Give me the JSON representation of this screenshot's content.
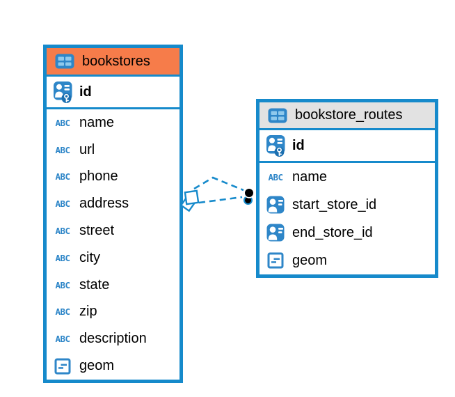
{
  "diagram": {
    "tables": [
      {
        "title": "bookstores",
        "header_color": "#F67C4A",
        "primary_key": "id",
        "columns": [
          {
            "name": "name",
            "type": "text"
          },
          {
            "name": "url",
            "type": "text"
          },
          {
            "name": "phone",
            "type": "text"
          },
          {
            "name": "address",
            "type": "text"
          },
          {
            "name": "street",
            "type": "text"
          },
          {
            "name": "city",
            "type": "text"
          },
          {
            "name": "state",
            "type": "text"
          },
          {
            "name": "zip",
            "type": "text"
          },
          {
            "name": "description",
            "type": "text"
          },
          {
            "name": "geom",
            "type": "geometry"
          }
        ]
      },
      {
        "title": "bookstore_routes",
        "header_color": "#E2E2E2",
        "primary_key": "id",
        "columns": [
          {
            "name": "name",
            "type": "text"
          },
          {
            "name": "start_store_id",
            "type": "reference"
          },
          {
            "name": "end_store_id",
            "type": "reference"
          },
          {
            "name": "geom",
            "type": "geometry"
          }
        ]
      }
    ],
    "relationship": {
      "from_table": "bookstores",
      "to_table": "bookstore_routes",
      "style": "dashed",
      "line_count": 2
    },
    "icons": {
      "table_icon": "table-grid-icon",
      "primary_key_icon": "person-key-icon",
      "reference_icon": "person-card-icon",
      "geometry_icon": "rect-dash-icon",
      "text_type_glyph": "ABC"
    },
    "colors": {
      "border_blue": "#168ACB",
      "icon_blue": "#2E86C8",
      "icon_cell_light_blue": "#8FC9EC",
      "bookstores_header": "#F67C4A",
      "bookstore_routes_header": "#E2E2E2",
      "text": "#000000",
      "connector_dot": "#000000"
    }
  }
}
